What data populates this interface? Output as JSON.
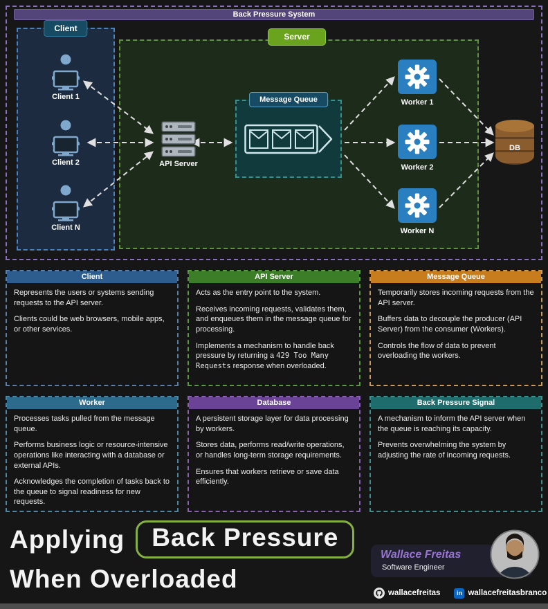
{
  "diagram": {
    "title": "Back Pressure System",
    "client_group": {
      "label": "Client",
      "clients": [
        "Client 1",
        "Client 2",
        "Client N"
      ]
    },
    "server_group": {
      "label": "Server"
    },
    "api_server": {
      "label": "API Server"
    },
    "message_queue": {
      "label": "Message Queue"
    },
    "workers": [
      "Worker 1",
      "Worker 2",
      "Worker N"
    ],
    "database": {
      "label": "DB"
    }
  },
  "cards": [
    {
      "title": "Client",
      "header": "#2d5c8e",
      "accent": "#5b7fa6",
      "paragraphs": [
        [
          "Represents the users or systems sending requests to the API server."
        ],
        [
          "Clients could be web browsers, mobile apps, or other services."
        ]
      ]
    },
    {
      "title": "API Server",
      "header": "#3c7d28",
      "accent": "#5a9a44",
      "paragraphs": [
        [
          "Acts as the entry point to the system."
        ],
        [
          "Receives incoming requests, validates them, and enqueues them in the message queue for processing."
        ],
        [
          "Implements a mechanism to handle back pressure by returning a ",
          {
            "mono": "429 Too Many Requests"
          },
          " response when overloaded."
        ]
      ]
    },
    {
      "title": "Message Queue",
      "header": "#c77c1d",
      "accent": "#c99a5b",
      "paragraphs": [
        [
          "Temporarily stores incoming requests from the API server."
        ],
        [
          "Buffers data to decouple the producer (API Server) from the consumer (Workers)."
        ],
        [
          "Controls the flow of data to prevent overloading the workers."
        ]
      ]
    },
    {
      "title": "Worker",
      "header": "#2d6b8d",
      "accent": "#4f86a6",
      "paragraphs": [
        [
          "Processes tasks pulled from the message queue."
        ],
        [
          "Performs business logic or resource-intensive operations like interacting with a database or external APIs."
        ],
        [
          "Acknowledges the completion of tasks back to the queue to signal readiness for new requests."
        ]
      ]
    },
    {
      "title": "Database",
      "header": "#6a4396",
      "accent": "#8a63b0",
      "paragraphs": [
        [
          "A persistent storage layer for data processing by workers."
        ],
        [
          "Stores data, performs read/write operations, or handles long-term storage requirements."
        ],
        [
          "Ensures that workers retrieve or save data efficiently."
        ]
      ]
    },
    {
      "title": "Back Pressure Signal",
      "header": "#1e6d6c",
      "accent": "#3f8f8e",
      "paragraphs": [
        [
          "A mechanism to inform the API server when the queue is reaching its capacity."
        ],
        [
          "Prevents overwhelming the system by adjusting the rate of incoming requests."
        ]
      ]
    }
  ],
  "footer": {
    "title_word": "Applying",
    "title_highlight": "Back Pressure",
    "title_line2": "When Overloaded",
    "author": {
      "name": "Wallace Freitas",
      "role": "Software Engineer"
    },
    "social": [
      {
        "icon": "github-icon",
        "handle": "wallacefreitas"
      },
      {
        "icon": "linkedin-icon",
        "handle": "wallacefreitasbranco"
      }
    ]
  },
  "icons": {
    "client": "user-monitor-icon",
    "api_server": "server-rack-icon",
    "message_queue": "queue-pipe-icon",
    "worker": "gear-icon",
    "database": "database-cylinder-icon",
    "linkedin_glyph": "in"
  },
  "colors": {
    "frame_purple": "#8a6fc0",
    "header_purple": "#53447a",
    "client_blue": "#4a82c0",
    "server_green": "#5d9440",
    "server_badge": "#6aa31d",
    "queue_teal": "#37908c",
    "worker_blue": "#2a7fc0",
    "db_brown": "#8a5c2e",
    "arrow": "#e0e0e0",
    "highlight_green": "#86b043",
    "author_purple": "#9a74d6",
    "linkedin_blue": "#0a66c2"
  }
}
